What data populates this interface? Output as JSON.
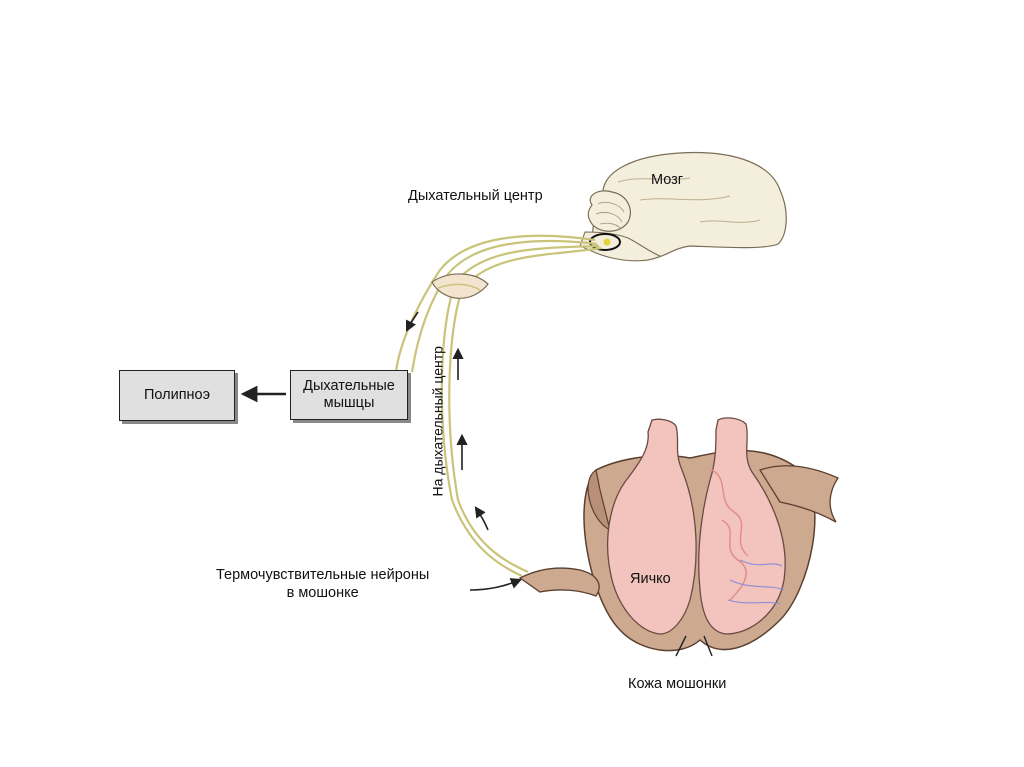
{
  "labels": {
    "brain": "Мозг",
    "respiratory_center": "Дыхательный центр",
    "polypnea": "Полипноэ",
    "resp_muscles_line1": "Дыхательные",
    "resp_muscles_line2": "мышцы",
    "to_resp_center": "На дыхательный центр",
    "thermo_line1": "Термочувствительные нейроны",
    "thermo_line2": "в мошонке",
    "testis": "Яичко",
    "scrotal_skin": "Кожа мошонки"
  },
  "colors": {
    "brain_fill": "#f4eedd",
    "nerve": "#c9c47a",
    "testis_fill": "#f2c4bd",
    "scrotum_fill": "#cda98f",
    "vessel": "#e28a83",
    "box_fill": "#e0e0e0"
  }
}
